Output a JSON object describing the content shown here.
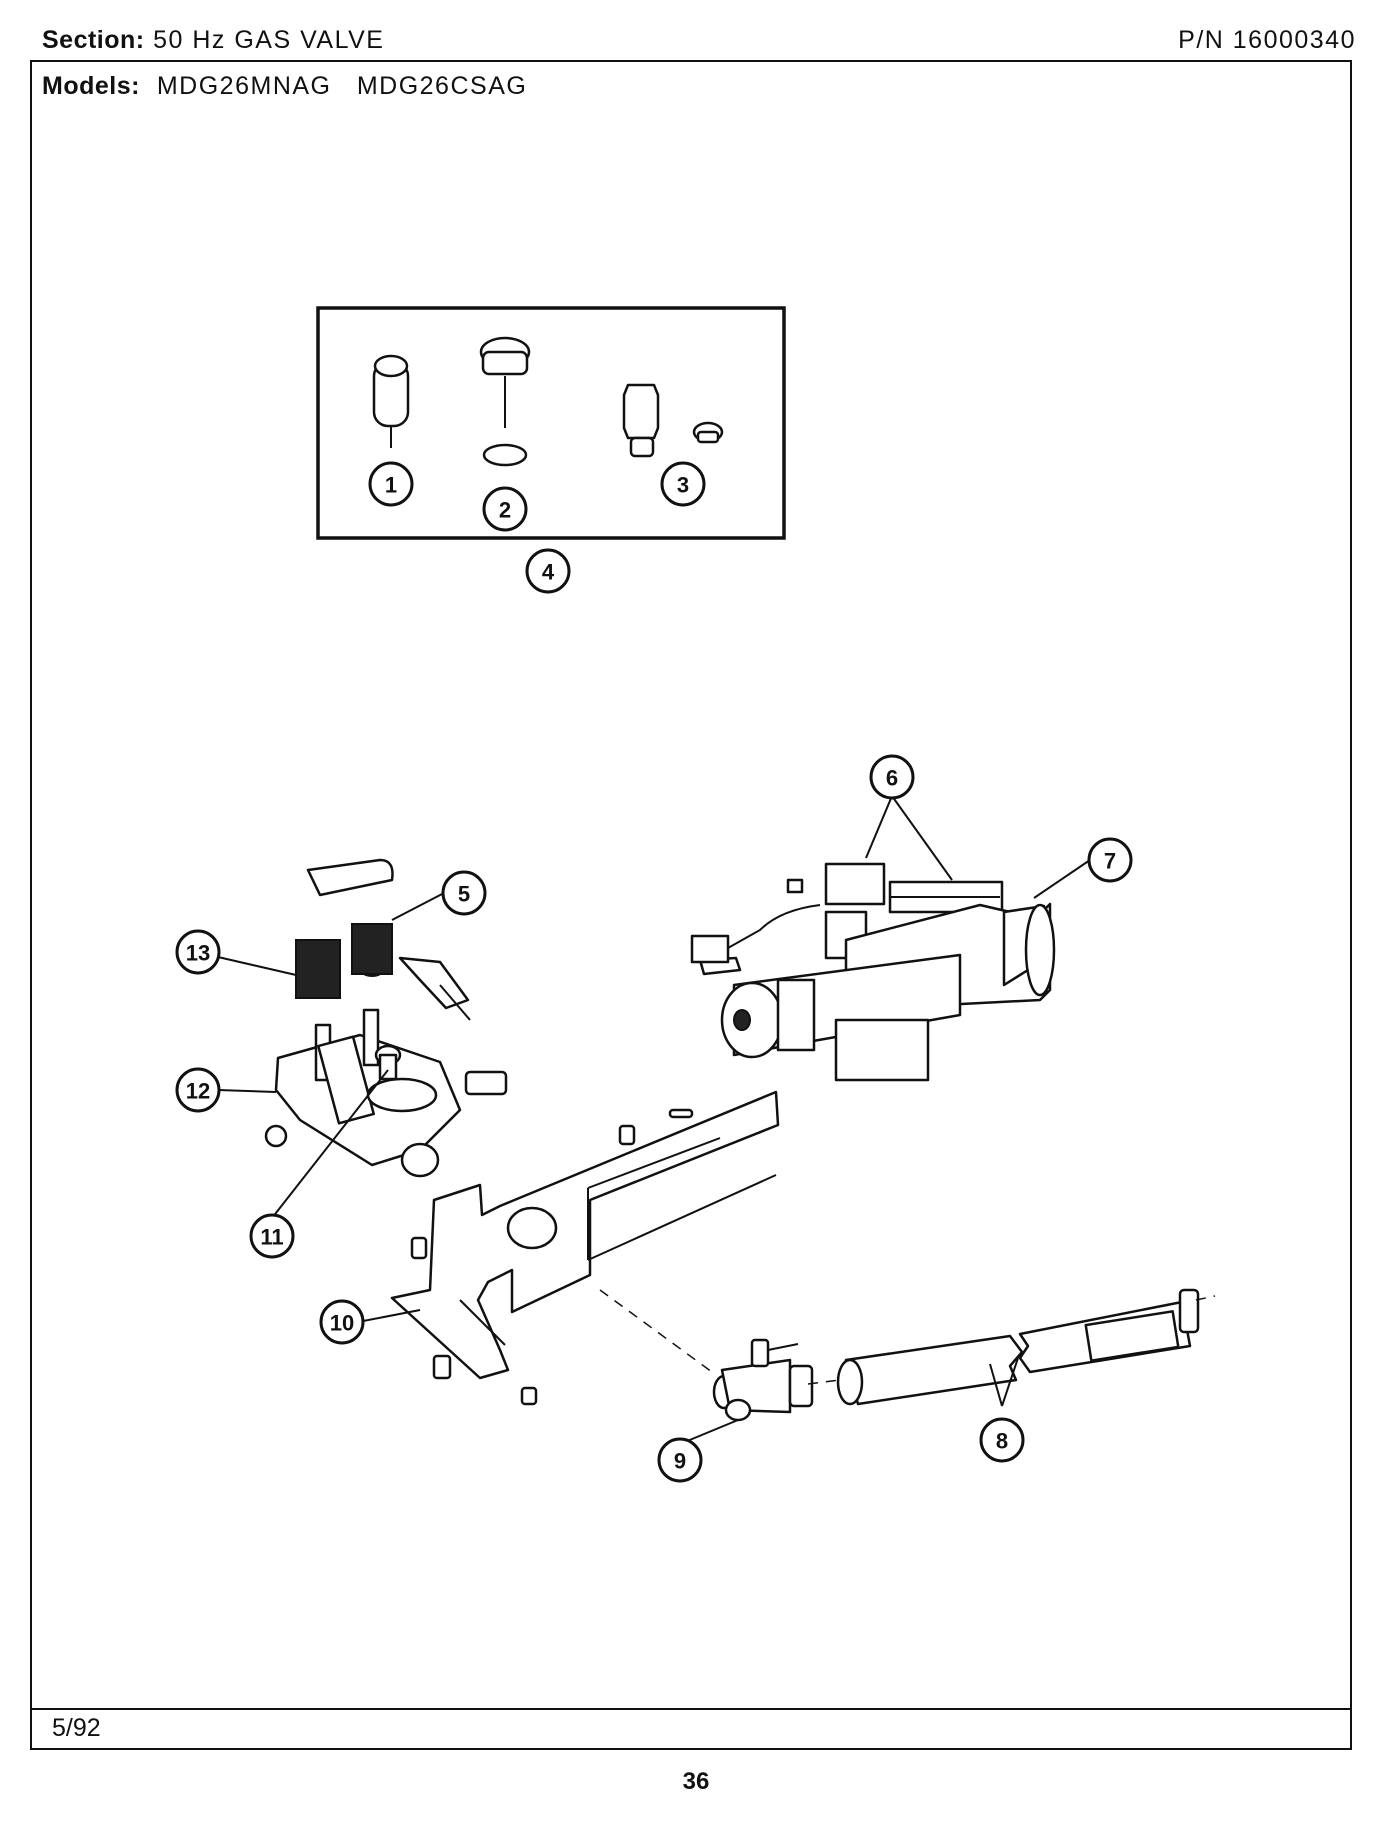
{
  "header": {
    "section_label": "Section:",
    "section_value": "50 Hz GAS VALVE",
    "part_number": "P/N 16000340"
  },
  "models": {
    "label": "Models:",
    "values": "MDG26MNAG   MDG26CSAG"
  },
  "footer": {
    "date": "5/92",
    "page_number": "36"
  },
  "callouts": [
    "1",
    "2",
    "3",
    "4",
    "5",
    "6",
    "7",
    "8",
    "9",
    "10",
    "11",
    "12",
    "13"
  ]
}
